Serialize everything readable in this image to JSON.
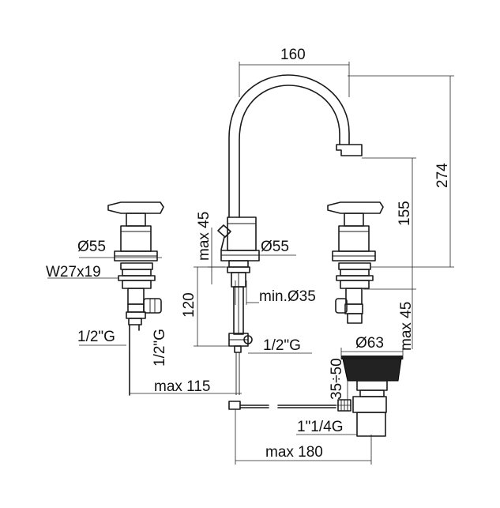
{
  "dimensions": {
    "spout_reach": "160",
    "total_height": "274",
    "spout_height": "155",
    "handle_diameter_left": "Ø55",
    "handle_diameter_center": "Ø55",
    "thread_left": "W27x19",
    "max_45_vertical_left": "max 45",
    "depth_120": "120",
    "min_hole": "min.Ø35",
    "pipe_left_horizontal": "1/2\"G",
    "pipe_left_vertical": "1/2\"G",
    "pipe_center": "1/2\"G",
    "max_115": "max 115",
    "max_45_right": "max 45",
    "drain_diameter": "Ø63",
    "drain_range": "35÷50",
    "drain_thread": "1\"1/4G",
    "max_180": "max 180"
  }
}
